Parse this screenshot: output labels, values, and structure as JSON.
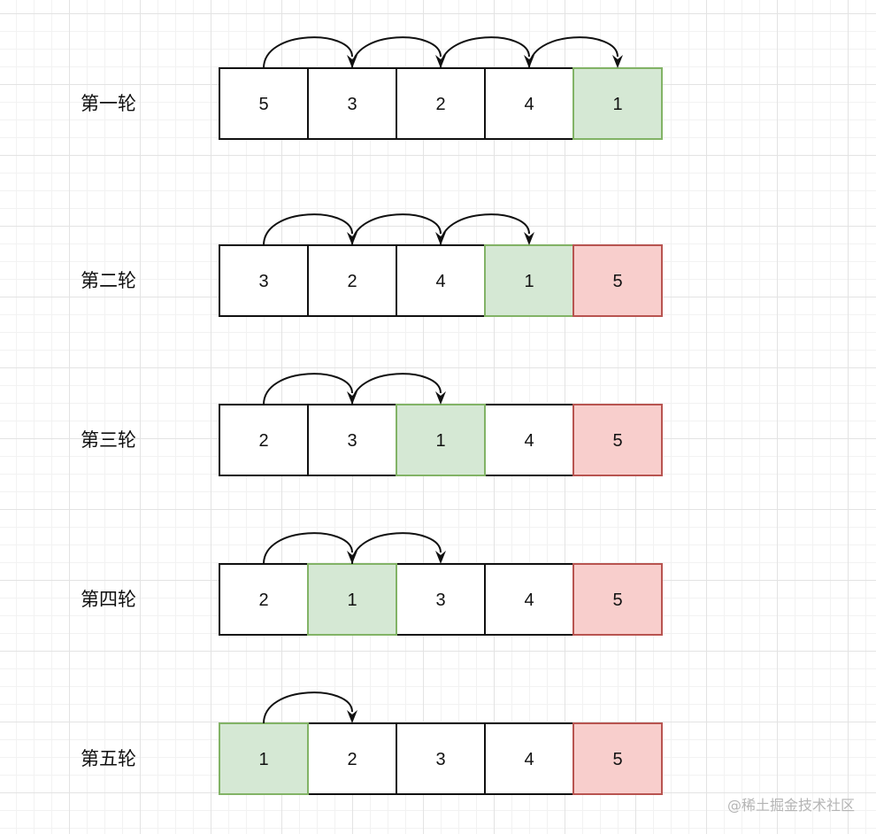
{
  "colors": {
    "cell_fill": "#ffffff",
    "cell_stroke": "#111111",
    "moving_fill": "#d5e8d4",
    "moving_stroke": "#82b366",
    "sorted_fill": "#f8cecc",
    "sorted_stroke": "#b85450",
    "arrow": "#111111"
  },
  "rows": [
    {
      "label": "第一轮",
      "cells": [
        {
          "value": "5",
          "state": "normal"
        },
        {
          "value": "3",
          "state": "normal"
        },
        {
          "value": "2",
          "state": "normal"
        },
        {
          "value": "4",
          "state": "normal"
        },
        {
          "value": "1",
          "state": "moving"
        }
      ],
      "arrows": [
        [
          0,
          1
        ],
        [
          1,
          2
        ],
        [
          2,
          3
        ],
        [
          3,
          4
        ]
      ]
    },
    {
      "label": "第二轮",
      "cells": [
        {
          "value": "3",
          "state": "normal"
        },
        {
          "value": "2",
          "state": "normal"
        },
        {
          "value": "4",
          "state": "normal"
        },
        {
          "value": "1",
          "state": "moving"
        },
        {
          "value": "5",
          "state": "sorted"
        }
      ],
      "arrows": [
        [
          0,
          1
        ],
        [
          1,
          2
        ],
        [
          2,
          3
        ]
      ]
    },
    {
      "label": "第三轮",
      "cells": [
        {
          "value": "2",
          "state": "normal"
        },
        {
          "value": "3",
          "state": "normal"
        },
        {
          "value": "1",
          "state": "moving"
        },
        {
          "value": "4",
          "state": "normal"
        },
        {
          "value": "5",
          "state": "sorted"
        }
      ],
      "arrows": [
        [
          0,
          1
        ],
        [
          1,
          2
        ]
      ]
    },
    {
      "label": "第四轮",
      "cells": [
        {
          "value": "2",
          "state": "normal"
        },
        {
          "value": "1",
          "state": "moving"
        },
        {
          "value": "3",
          "state": "normal"
        },
        {
          "value": "4",
          "state": "normal"
        },
        {
          "value": "5",
          "state": "sorted"
        }
      ],
      "arrows": [
        [
          0,
          1
        ],
        [
          1,
          2
        ]
      ]
    },
    {
      "label": "第五轮",
      "cells": [
        {
          "value": "1",
          "state": "moving"
        },
        {
          "value": "2",
          "state": "normal"
        },
        {
          "value": "3",
          "state": "normal"
        },
        {
          "value": "4",
          "state": "normal"
        },
        {
          "value": "5",
          "state": "sorted"
        }
      ],
      "arrows": [
        [
          0,
          1
        ]
      ]
    }
  ],
  "watermark": "@稀土掘金技术社区"
}
